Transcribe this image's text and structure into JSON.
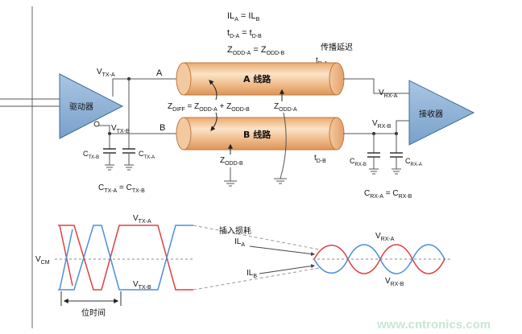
{
  "equations": {
    "il": {
      "main": "IL",
      "s1": "A",
      "mid": " = IL",
      "s2": "B"
    },
    "td": {
      "main": "t",
      "s1": "D-A",
      "mid": " = t",
      "s2": "D-B"
    },
    "zodd": {
      "main": "Z",
      "s1": "ODD-A",
      "mid": " = Z",
      "s2": "ODD-B"
    }
  },
  "labels": {
    "propagation_delay": "传播延迟",
    "td_a": {
      "main": "t",
      "sub": "D-A"
    },
    "td_b": {
      "main": "t",
      "sub": "D-B"
    },
    "driver": "驱动器",
    "receiver": "接收器",
    "vtx_a": {
      "main": "V",
      "sub": "TX-A"
    },
    "vtx_b": {
      "main": "V",
      "sub": "TX-B"
    },
    "vrx_a": {
      "main": "V",
      "sub": "RX-A"
    },
    "vrx_b": {
      "main": "V",
      "sub": "RX-B"
    },
    "node_a": "A",
    "node_b": "B",
    "line_a": "A 线路",
    "line_b": "B 线路",
    "zdiff": {
      "p1": "Z",
      "s1": "DIFF",
      "p2": " = Z",
      "s2": "ODD-A",
      "p3": " + Z",
      "s3": "ODD-B"
    },
    "zodd_a": {
      "main": "Z",
      "sub": "ODD-A"
    },
    "zodd_b": {
      "main": "Z",
      "sub": "ODD-B"
    },
    "ctx_b": {
      "main": "C",
      "sub": "TX-B"
    },
    "ctx_a": {
      "main": "C",
      "sub": "TX-A"
    },
    "ctx_eq": {
      "main": "C",
      "s1": "TX-A",
      "mid": " = C",
      "s2": "TX-B"
    },
    "crx_b": {
      "main": "C",
      "sub": "RX-B"
    },
    "crx_a": {
      "main": "C",
      "sub": "RX-A"
    },
    "crx_eq": {
      "main": "C",
      "s1": "RX-A",
      "mid": " = C",
      "s2": "RX-B"
    }
  },
  "waveform": {
    "vtx_a": {
      "main": "V",
      "sub": "TX-A"
    },
    "vtx_b": {
      "main": "V",
      "sub": "TX-B"
    },
    "vcm": {
      "main": "V",
      "sub": "CM"
    },
    "insertion_loss": "插入损耗",
    "il_a": {
      "main": "IL",
      "sub": "A"
    },
    "il_b": {
      "main": "IL",
      "sub": "B"
    },
    "vrx_a": {
      "main": "V",
      "sub": "RX-A"
    },
    "vrx_b": {
      "main": "V",
      "sub": "RX-B"
    },
    "bit_time": "位时间"
  },
  "watermark": "www.cntronics.com",
  "colors": {
    "tube_light": "#f6d2ac",
    "tube_mid": "#e9a96e",
    "tube_edge": "#c07a3e",
    "triangle_fill": "#8fb1d6",
    "triangle_edge": "#3e6c9c",
    "wave_a": "#e04040",
    "wave_b": "#4a90d9",
    "watermark": "#c9e6d4"
  }
}
